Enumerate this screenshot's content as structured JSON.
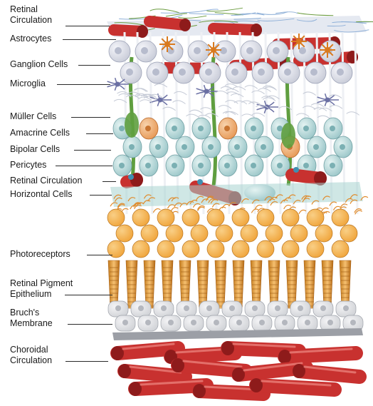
{
  "labels": [
    {
      "id": "retinal-circulation-top",
      "lines": [
        "Retinal",
        "Circulation"
      ]
    },
    {
      "id": "astrocytes",
      "lines": [
        "Astrocytes"
      ]
    },
    {
      "id": "ganglion-cells",
      "lines": [
        "Ganglion Cells"
      ]
    },
    {
      "id": "microglia",
      "lines": [
        "Microglia"
      ]
    },
    {
      "id": "muller-cells",
      "lines": [
        "Müller Cells"
      ]
    },
    {
      "id": "amacrine-cells",
      "lines": [
        "Amacrine Cells"
      ]
    },
    {
      "id": "bipolar-cells",
      "lines": [
        "Bipolar Cells"
      ]
    },
    {
      "id": "pericytes",
      "lines": [
        "Pericytes"
      ]
    },
    {
      "id": "retinal-circulation-mid",
      "lines": [
        "Retinal Circulation"
      ]
    },
    {
      "id": "horizontal-cells",
      "lines": [
        "Horizontal Cells"
      ]
    },
    {
      "id": "photoreceptors",
      "lines": [
        "Photoreceptors"
      ]
    },
    {
      "id": "retinal-pigment-epithelium",
      "lines": [
        "Retinal Pigment",
        "Epithelium"
      ]
    },
    {
      "id": "bruchs-membrane",
      "lines": [
        "Bruch's",
        "Membrane"
      ]
    },
    {
      "id": "choroidal-circulation",
      "lines": [
        "Choroidal",
        "Circulation"
      ]
    }
  ],
  "colors": {
    "vessel": "#c8312f",
    "vessel_dark": "#8e1b1b",
    "ganglion": "#c9ccd8",
    "bipolar": "#9cc7c9",
    "amacrine": "#e79a58",
    "muller": "#5f9e3f",
    "microglia": "#6a6fa3",
    "astrocyte": "#d97a1e",
    "photoreceptor": "#f0a53c",
    "photoreceptor_dark": "#b36a12",
    "rpe": "#d2d4d8",
    "bruch": "#9c9fa6"
  }
}
